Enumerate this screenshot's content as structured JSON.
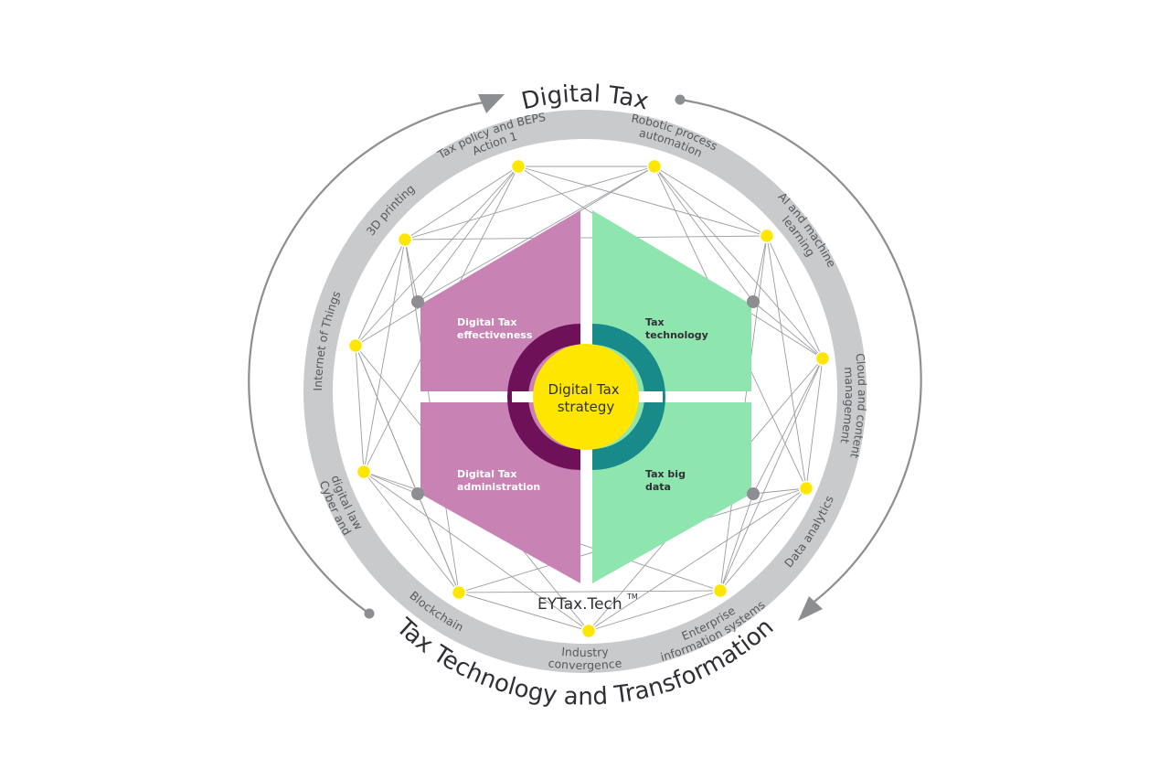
{
  "outer": {
    "top_title": "Digital Tax",
    "bottom_title": "Tax Technology and Transformation"
  },
  "ring_items": [
    {
      "lines": [
        "Tax policy and BEPS",
        "Action 1"
      ]
    },
    {
      "lines": [
        "Robotic process",
        "automation"
      ]
    },
    {
      "lines": [
        "AI and machine",
        "learning"
      ]
    },
    {
      "lines": [
        "Cloud and content",
        "management"
      ]
    },
    {
      "lines": [
        "Data analytics"
      ]
    },
    {
      "lines": [
        "Enterprise",
        "information systems"
      ]
    },
    {
      "lines": [
        "Industry",
        "convergence"
      ]
    },
    {
      "lines": [
        "Blockchain"
      ]
    },
    {
      "lines": [
        "Cyber and",
        "digital law"
      ]
    },
    {
      "lines": [
        "Internet of Things"
      ]
    },
    {
      "lines": [
        "3D printing"
      ]
    }
  ],
  "quadrants": {
    "top_left": [
      "Digital Tax",
      "effectiveness"
    ],
    "bottom_left": [
      "Digital Tax",
      "administration"
    ],
    "top_right": [
      "Tax",
      "technology"
    ],
    "bottom_right": [
      "Tax big",
      "data"
    ]
  },
  "center": [
    "Digital Tax",
    "strategy"
  ],
  "brand": {
    "name": "EYTax.Tech",
    "mark": "TM"
  },
  "colors": {
    "pink": "#c882b4",
    "green": "#8fe5ae",
    "purple": "#6e1159",
    "teal": "#178a89",
    "yellow": "#ffe600",
    "ring": "#c9cacc",
    "grey_dot": "#8c8e92"
  }
}
